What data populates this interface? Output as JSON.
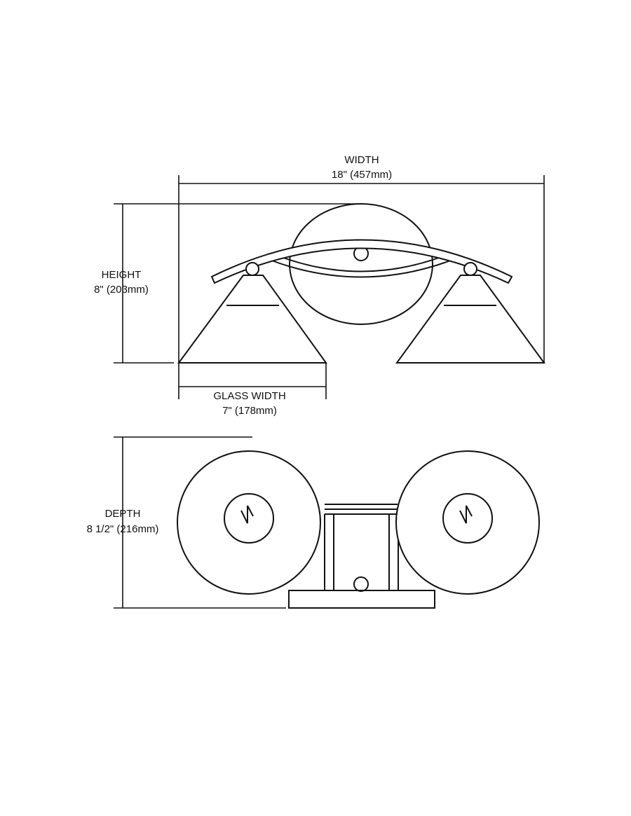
{
  "dimensions": {
    "width": {
      "label": "WIDTH",
      "value": "18\" (457mm)"
    },
    "height": {
      "label": "HEIGHT",
      "value": "8\" (203mm)"
    },
    "glass_width": {
      "label": "GLASS WIDTH",
      "value": "7\" (178mm)"
    },
    "depth": {
      "label": "DEPTH",
      "value": "8 1/2\" (216mm)"
    }
  },
  "colors": {
    "line": "#111111",
    "background": "#ffffff"
  }
}
